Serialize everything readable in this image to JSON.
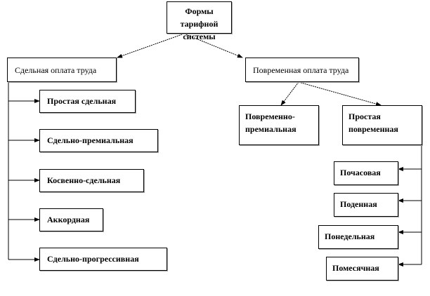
{
  "root": {
    "label_line1": "Формы тарифной",
    "label_line2": "системы"
  },
  "piecework": {
    "label": "Сдельная  оплата труда",
    "children": [
      "Простая  сдельная",
      "Сдельно-премиальная",
      "Косвенно-сдельная",
      "Аккордная",
      "Сдельно-прогрессивная"
    ]
  },
  "timebased": {
    "label": "Повременная  оплата  труда",
    "bonus": {
      "line1": "Повременно-",
      "line2": "премиальная"
    },
    "simple": {
      "line1": "Простая",
      "line2": "повременная"
    },
    "children": [
      "Почасовая",
      "Поденная",
      "Понедельная",
      "Помесячная"
    ]
  }
}
